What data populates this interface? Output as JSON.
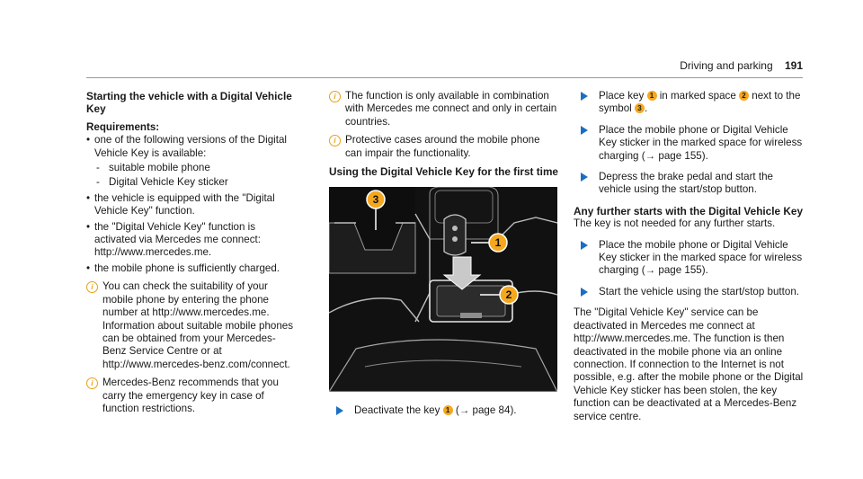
{
  "header": {
    "section": "Driving and parking",
    "page": "191"
  },
  "col1": {
    "title": "Starting the vehicle with a Digital Vehicle Key",
    "req_label": "Requirements:",
    "bullets": [
      "one of the following versions of the Digital Vehicle Key is available:",
      "the vehicle is equipped with the \"Digital Vehicle Key\" function.",
      "the \"Digital Vehicle Key\" function is activated via Mercedes me connect: http://www.mercedes.me.",
      "the mobile phone is sufficiently charged."
    ],
    "sub_items": [
      "suitable mobile phone",
      "Digital Vehicle Key sticker"
    ],
    "note1_a": "You can check the suitability of your mobile phone by entering the phone number at http://www.mercedes.me.",
    "note1_b": "Information about suitable mobile phones can be obtained from your Mercedes-Benz Service Centre or at http://www.mercedes-benz.com/connect.",
    "note2": "Mercedes-Benz recommends that you carry the emergency key in case of function restrictions."
  },
  "col2": {
    "note1": "The function is only available in combination with Mercedes me connect and only in certain countries.",
    "note2": "Protective cases around the mobile phone can impair the functionality.",
    "subhead": "Using the Digital Vehicle Key for the first time",
    "figure_labels": [
      "1",
      "2",
      "3"
    ],
    "step_a": "Deactivate the key",
    "step_b": "(→ page 84).",
    "step_badge": "1"
  },
  "col3": {
    "s1": {
      "a": "Place key",
      "b1": "1",
      "c": "in marked space",
      "b2": "2",
      "d": "next to the symbol",
      "b3": "3",
      "e": "."
    },
    "s2": "Place the mobile phone or Digital Vehicle Key sticker in the marked space for wireless charging (→ page 155).",
    "s3": "Depress the brake pedal and start the vehicle using the start/stop button.",
    "subhead": "Any further starts with the Digital Vehicle Key",
    "p1": "The key is not needed for any further starts.",
    "s4": "Place the mobile phone or Digital Vehicle Key sticker in the marked space for wireless charging (→ page 155).",
    "s5": "Start the vehicle using the start/stop button.",
    "p2": "The \"Digital Vehicle Key\" service can be deactivated in Mercedes me connect at http://www.mercedes.me. The function is then deactivated in the mobile phone via an online connection. If connection to the Internet is not possible, e.g. after the mobile phone or the Digital Vehicle Key sticker has been stolen, the key function can be deactivated at a Mercedes-Benz service centre."
  },
  "note_icon": "info-icon",
  "step_icon": "triangle-arrow-icon",
  "colors": {
    "accent_arrow": "#1a6fc4",
    "badge": "#f5a81e",
    "note": "#e8a013",
    "figure_bg": "#111111"
  }
}
